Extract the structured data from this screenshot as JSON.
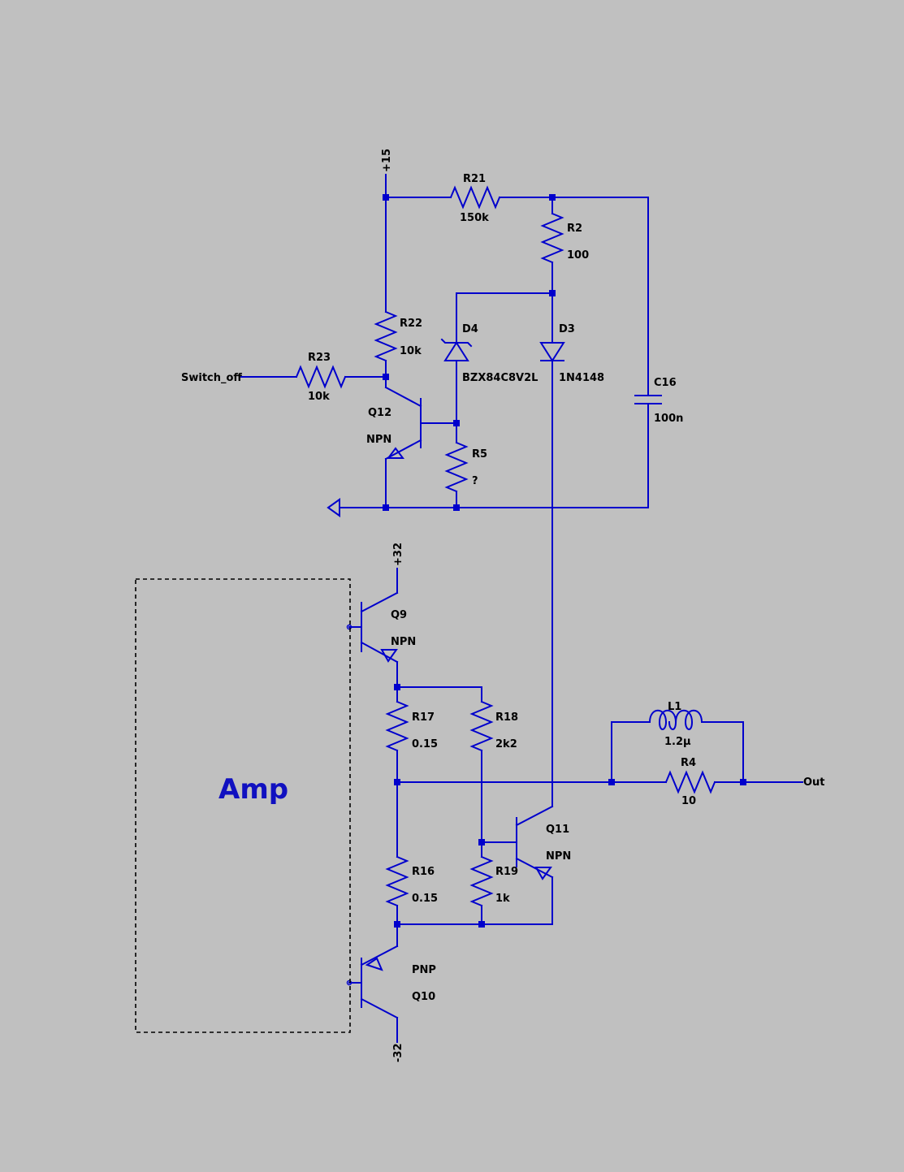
{
  "colors": {
    "background": "#c0c0c0",
    "wire": "#0000cc",
    "label": "#000000",
    "block_label": "#1010c0"
  },
  "block": {
    "label": "Amp"
  },
  "nets": {
    "plus15": "+15",
    "plus32": "+32",
    "minus32": "-32",
    "switch_off": "Switch_off",
    "out": "Out"
  },
  "components": {
    "R21": {
      "ref": "R21",
      "value": "150k"
    },
    "R2": {
      "ref": "R2",
      "value": "100"
    },
    "R22": {
      "ref": "R22",
      "value": "10k"
    },
    "R23": {
      "ref": "R23",
      "value": "10k"
    },
    "D4": {
      "ref": "D4",
      "value": "BZX84C8V2L"
    },
    "D3": {
      "ref": "D3",
      "value": "1N4148"
    },
    "C16": {
      "ref": "C16",
      "value": "100n"
    },
    "Q12": {
      "ref": "Q12",
      "value": "NPN"
    },
    "R5": {
      "ref": "R5",
      "value": "?"
    },
    "Q9": {
      "ref": "Q9",
      "value": "NPN"
    },
    "R17": {
      "ref": "R17",
      "value": "0.15"
    },
    "R18": {
      "ref": "R18",
      "value": "2k2"
    },
    "L1": {
      "ref": "L1",
      "value": "1.2µ"
    },
    "R4": {
      "ref": "R4",
      "value": "10"
    },
    "Q11": {
      "ref": "Q11",
      "value": "NPN"
    },
    "R16": {
      "ref": "R16",
      "value": "0.15"
    },
    "R19": {
      "ref": "R19",
      "value": "1k"
    },
    "Q10": {
      "ref": "Q10",
      "value": "PNP"
    }
  }
}
